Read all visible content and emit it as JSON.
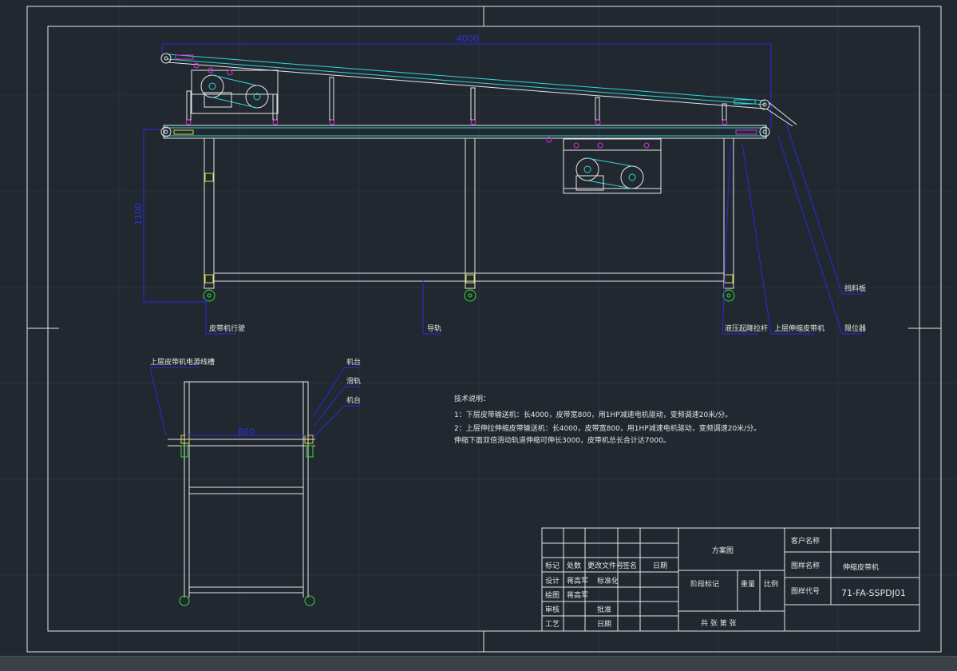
{
  "dims": {
    "total_length": "4000",
    "height": "1100",
    "width": "800"
  },
  "labels": {
    "conveyor_traveling": "皮带机行驶",
    "guide_rail": "导轨",
    "hydraulic_lift": "液压起降拉杆",
    "upper_belt": "上层伸缩皮带机",
    "guard_plate": "挡料板",
    "limiter": "限位器",
    "upper_belt_motor": "上层皮带机电源线槽",
    "side_rail_1": "机台",
    "side_rail_2": "滑轨",
    "side_rail_3": "机台"
  },
  "notes": {
    "title": "技术说明：",
    "line1": "1：下层皮带输送机：长4000，皮带宽800，用1HP减速电机驱动，变频调速20米/分。",
    "line2": "2：上层伸拉伸缩皮带输送机：长4000，皮带宽800，用1HP减速电机驱动，变频调速20米/分。",
    "line3": "  伸缩下面双倍滑动轨道伸缩可伸长3000，皮带机总长合计达7000。"
  },
  "title_block": {
    "h_mark": "标记",
    "h_count": "处数",
    "h_file": "更改文件号",
    "h_sign": "签名",
    "h_date": "日期",
    "design": "设计",
    "designer": "蒋高军",
    "standard": "标准化",
    "drawing": "绘图",
    "drawer": "蒋高军",
    "review": "审核",
    "approve": "批准",
    "process": "工艺",
    "date2": "日期",
    "scheme": "方案图",
    "stage_mark": "阶段标记",
    "weight": "重量",
    "scale": "比例",
    "sheets": "共  张  第  张",
    "customer_label": "客户名称",
    "customer_value": "",
    "part_label": "图样名称",
    "part_value": "伸缩皮带机",
    "code_label": "图样代号",
    "code_value": "71-FA-SSPDJ01"
  }
}
